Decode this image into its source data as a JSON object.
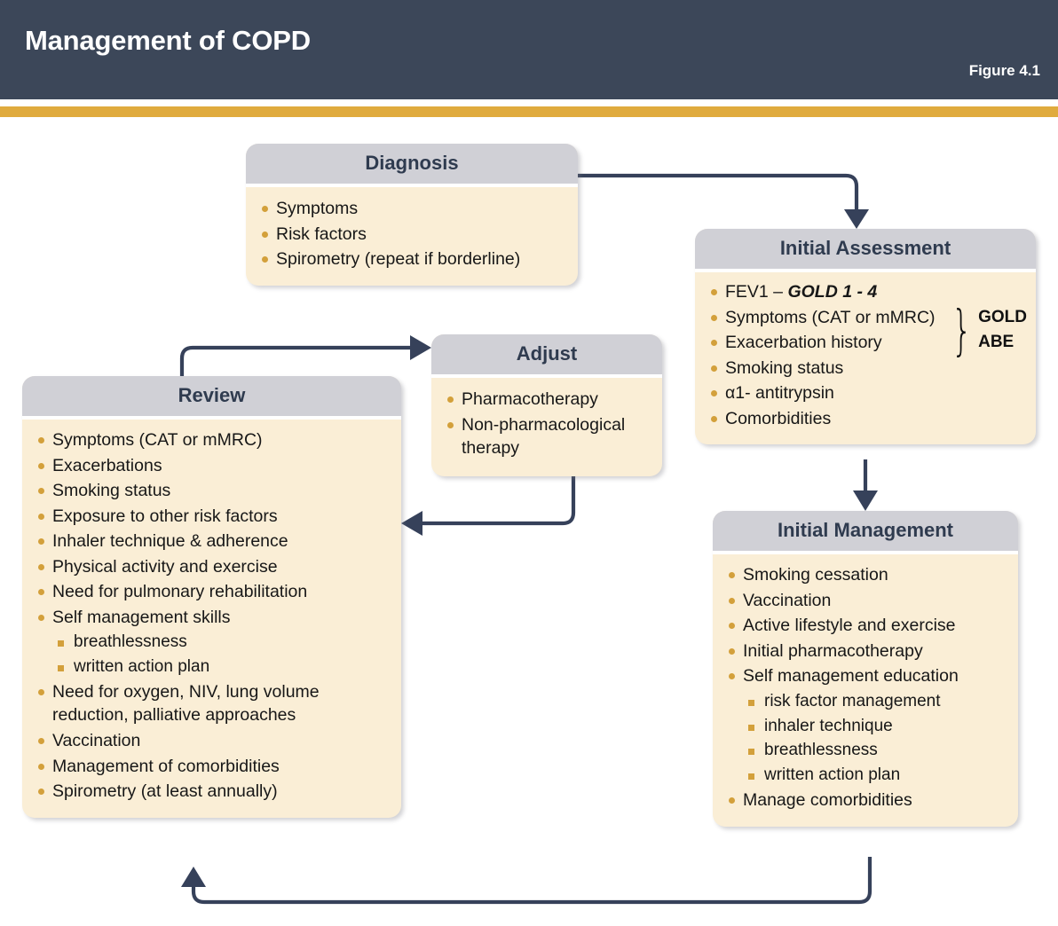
{
  "header": {
    "title": "Management of COPD",
    "figure_label": "Figure 4.1",
    "bar_color": "#3c4759",
    "rule_color": "#e0ab3e"
  },
  "theme": {
    "card_header_bg": "#d0d0d6",
    "card_body_bg": "#faeed6",
    "bullet_color": "#d3a03b",
    "connector_color": "#36415a",
    "title_text_color": "#2f3b4f"
  },
  "boxes": {
    "diagnosis": {
      "title": "Diagnosis",
      "items": [
        {
          "level": 1,
          "text": "Symptoms"
        },
        {
          "level": 1,
          "text": "Risk factors"
        },
        {
          "level": 1,
          "text": "Spirometry (repeat if borderline)"
        }
      ]
    },
    "assessment": {
      "title": "Initial Assessment",
      "items": [
        {
          "level": 1,
          "text": "FEV1 – ",
          "emphasis": "GOLD 1 - 4"
        },
        {
          "level": 1,
          "text": "Symptoms (CAT or mMRC)"
        },
        {
          "level": 1,
          "text": "Exacerbation history"
        },
        {
          "level": 1,
          "text": "Smoking status"
        },
        {
          "level": 1,
          "text": "α1- antitrypsin"
        },
        {
          "level": 1,
          "text": "Comorbidities"
        }
      ],
      "annotation": {
        "brace": "}",
        "line1": "GOLD",
        "line2": "ABE"
      }
    },
    "adjust": {
      "title": "Adjust",
      "items": [
        {
          "level": 1,
          "text": "Pharmacotherapy"
        },
        {
          "level": 1,
          "text": "Non-pharmacological therapy"
        }
      ]
    },
    "review": {
      "title": "Review",
      "items": [
        {
          "level": 1,
          "text": "Symptoms (CAT or mMRC)"
        },
        {
          "level": 1,
          "text": "Exacerbations"
        },
        {
          "level": 1,
          "text": "Smoking status"
        },
        {
          "level": 1,
          "text": "Exposure to other risk factors"
        },
        {
          "level": 1,
          "text": "Inhaler technique & adherence"
        },
        {
          "level": 1,
          "text": "Physical activity and exercise"
        },
        {
          "level": 1,
          "text": "Need for pulmonary rehabilitation"
        },
        {
          "level": 1,
          "text": "Self management skills"
        },
        {
          "level": 2,
          "text": "breathlessness"
        },
        {
          "level": 2,
          "text": "written action plan"
        },
        {
          "level": 1,
          "text": "Need for oxygen, NIV, lung volume reduction, palliative approaches"
        },
        {
          "level": 1,
          "text": "Vaccination"
        },
        {
          "level": 1,
          "text": "Management of comorbidities"
        },
        {
          "level": 1,
          "text": "Spirometry (at least annually)"
        }
      ]
    },
    "management": {
      "title": "Initial Management",
      "items": [
        {
          "level": 1,
          "text": "Smoking cessation"
        },
        {
          "level": 1,
          "text": "Vaccination"
        },
        {
          "level": 1,
          "text": "Active lifestyle and exercise"
        },
        {
          "level": 1,
          "text": "Initial pharmacotherapy"
        },
        {
          "level": 1,
          "text": "Self management education"
        },
        {
          "level": 2,
          "text": "risk factor management"
        },
        {
          "level": 2,
          "text": "inhaler technique"
        },
        {
          "level": 2,
          "text": "breathlessness"
        },
        {
          "level": 2,
          "text": "written action plan"
        },
        {
          "level": 1,
          "text": "Manage comorbidities"
        }
      ]
    }
  },
  "connectors": [
    {
      "name": "diagnosis-to-assessment",
      "from": "diagnosis",
      "to": "assessment"
    },
    {
      "name": "assessment-to-management",
      "from": "assessment",
      "to": "management"
    },
    {
      "name": "management-to-review",
      "from": "management",
      "to": "review"
    },
    {
      "name": "review-to-adjust",
      "from": "review",
      "to": "adjust"
    },
    {
      "name": "adjust-to-review",
      "from": "adjust",
      "to": "review"
    }
  ]
}
